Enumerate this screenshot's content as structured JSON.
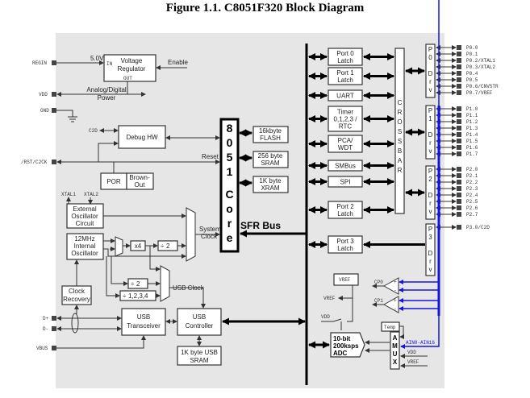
{
  "title": "Figure 1.1. C8051F320 Block Diagram",
  "colors": {
    "background_panel": "#e6e6e6",
    "bus_blue": "#1515e0",
    "box_fill": "#ffffff",
    "line": "#333333"
  },
  "power": {
    "regin_pin": "REGIN",
    "vdd_pin": "VDD",
    "gnd_pin": "GND",
    "voltage_label": "5.0V",
    "in_label": "IN",
    "out_label": "OUT",
    "regulator_line1": "Voltage",
    "regulator_line2": "Regulator",
    "enable": "Enable",
    "power_line1": "Analog/Digital",
    "power_line2": "Power"
  },
  "debug": {
    "c2d": "C2D",
    "debug_hw": "Debug HW",
    "rst_pin": "/RST/C2CK",
    "reset": "Reset",
    "por": "POR",
    "brownout_line1": "Brown-",
    "brownout_line2": "Out"
  },
  "clock": {
    "xtal1": "XTAL1",
    "xtal2": "XTAL2",
    "ext_osc": [
      "External",
      "Oscillator",
      "Circuit"
    ],
    "int_osc": [
      "12MHz",
      "Internal",
      "Oscillator"
    ],
    "x4": "x4",
    "div2a": "2",
    "div2b": "2",
    "div1234": "1,2,3,4",
    "system_clock": [
      "System",
      "Clock"
    ],
    "usb_clock": "USB Clock",
    "clock_recovery": [
      "Clock",
      "Recovery"
    ]
  },
  "usb": {
    "dplus": "D+",
    "dminus": "D-",
    "vbus": "VBUS",
    "transceiver": [
      "USB",
      "Transceiver"
    ],
    "controller": [
      "USB",
      "Controller"
    ],
    "sram": [
      "1K byte USB",
      "SRAM"
    ]
  },
  "core": {
    "letters": [
      "8",
      "0",
      "5",
      "1",
      "C",
      "o",
      "r",
      "e"
    ],
    "flash": [
      "16kbyte",
      "FLASH"
    ],
    "sram": [
      "256 byte",
      "SRAM"
    ],
    "xram": [
      "1K byte",
      "XRAM"
    ],
    "sfr_bus": "SFR Bus"
  },
  "peripherals": [
    [
      "Port 0",
      "Latch"
    ],
    [
      "Port 1",
      "Latch"
    ],
    [
      "UART"
    ],
    [
      "Timer",
      "0,1,2,3 /",
      "RTC"
    ],
    [
      "PCA/",
      "WDT"
    ],
    [
      "SMBus"
    ],
    [
      "SPI"
    ],
    [
      "Port 2",
      "Latch"
    ],
    [
      "Port 3",
      "Latch"
    ]
  ],
  "crossbar": [
    "C",
    "R",
    "O",
    "S",
    "S",
    "B",
    "A",
    "R"
  ],
  "drivers": [
    {
      "letters": [
        "P",
        "0",
        "",
        "D",
        "r",
        "v"
      ]
    },
    {
      "letters": [
        "P",
        "1",
        "",
        "D",
        "r",
        "v"
      ]
    },
    {
      "letters": [
        "P",
        "2",
        "",
        "D",
        "r",
        "v"
      ]
    },
    {
      "letters": [
        "P",
        "3",
        "",
        "D",
        "r",
        "v"
      ]
    }
  ],
  "pins": {
    "p0": [
      "P0.0",
      "P0.1",
      "P0.2/XTAL1",
      "P0.3/XTAL2",
      "P0.4",
      "P0.5",
      "P0.6/CNVSTR",
      "P0.7/VREF"
    ],
    "p1": [
      "P1.0",
      "P1.1",
      "P1.2",
      "P1.3",
      "P1.4",
      "P1.5",
      "P1.6",
      "P1.7"
    ],
    "p2": [
      "P2.0",
      "P2.1",
      "P2.2",
      "P2.3",
      "P2.4",
      "P2.5",
      "P2.6",
      "P2.7"
    ],
    "p3": [
      "P3.0/C2D"
    ]
  },
  "analog": {
    "vref_box": "VREF",
    "vref_out": "VREF",
    "vdd_sw": "VDD",
    "cp0": "CP0",
    "cp1": "CP1",
    "temp": "Temp",
    "adc": [
      "10-bit",
      "200ksps",
      "ADC"
    ],
    "amux": [
      "A",
      "M",
      "U",
      "X"
    ],
    "ain": "AIN0-AIN16",
    "amux_vdd": "VDD",
    "amux_vref": "VREF",
    "plus": "+",
    "minus": "-"
  }
}
